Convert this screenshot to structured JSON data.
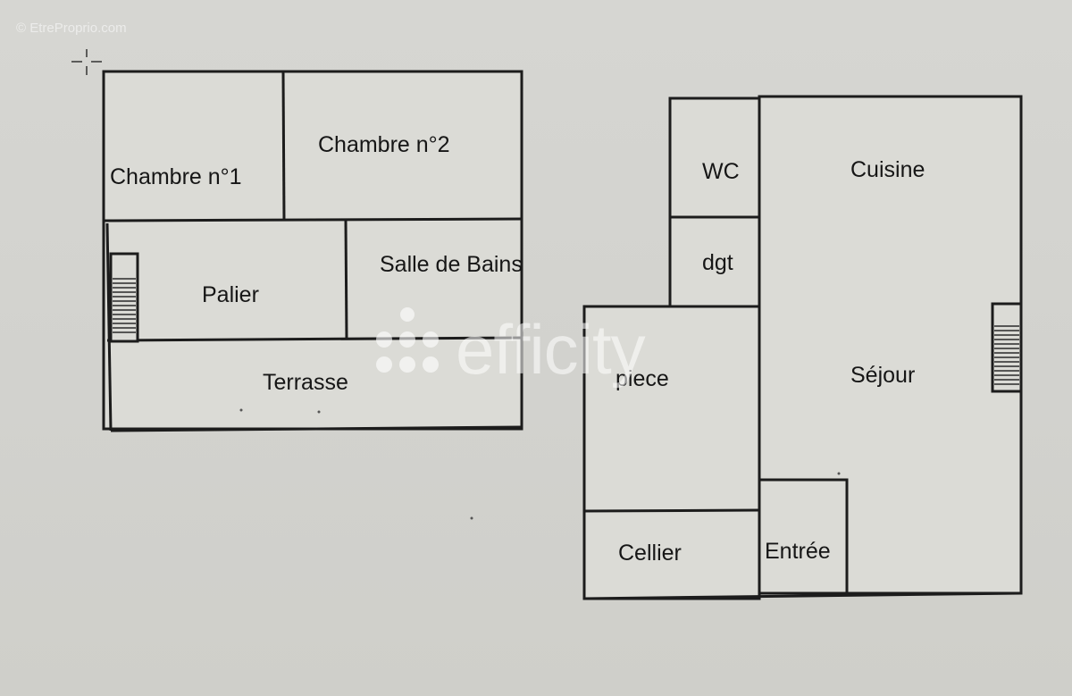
{
  "watermark": {
    "brand": "efficity",
    "corner_text": "© EtreProprio.com"
  },
  "upper_floor": {
    "rooms": {
      "chambre1": "Chambre n°1",
      "chambre2": "Chambre n°2",
      "palier": "Palier",
      "salle_de_bains": "Salle de Bains",
      "terrasse": "Terrasse"
    }
  },
  "ground_floor": {
    "rooms": {
      "wc": "WC",
      "dgt": "dgt",
      "cuisine": "Cuisine",
      "sejour": "Séjour",
      "piece": "piece",
      "cellier": "Cellier",
      "entree": "Entrée"
    }
  }
}
